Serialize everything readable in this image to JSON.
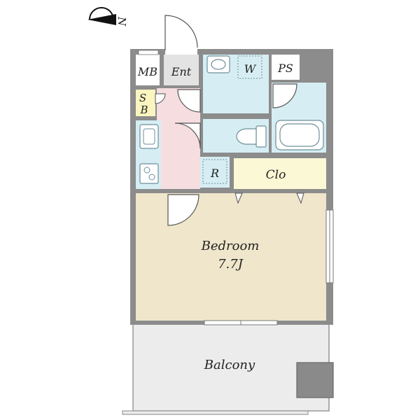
{
  "compass": {
    "direction_label": "N"
  },
  "rooms": {
    "mb": "MB",
    "ent": "Ent",
    "w": "W",
    "ps": "PS",
    "sb_top": "S",
    "sb_bottom": "B",
    "r": "R",
    "clo": "Clo",
    "bedroom": "Bedroom",
    "bedroom_size": "7.7J",
    "balcony": "Balcony"
  },
  "colors": {
    "wall": "#8c8c8c",
    "bedroom": "#efe6cb",
    "wet_area": "#d6eef3",
    "hallway": "#f6dde0",
    "closet": "#fbf8d6",
    "storage": "#fbf5c0",
    "balcony": "#ececec",
    "entrance": "#e3e3e3",
    "fixture": "#6d8f9b"
  }
}
